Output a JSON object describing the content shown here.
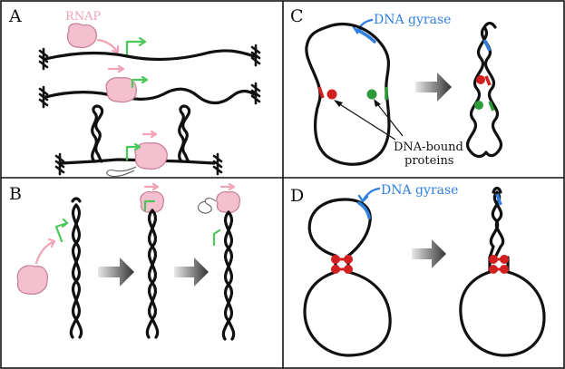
{
  "panels": {
    "a": {
      "label": "A",
      "rnap_label": "RNAP"
    },
    "b": {
      "label": "B"
    },
    "c": {
      "label": "C",
      "gyrase_label": "DNA gyrase",
      "proteins_line1": "DNA-bound",
      "proteins_line2": "proteins"
    },
    "d": {
      "label": "D",
      "gyrase_label": "DNA gyrase"
    }
  },
  "colors": {
    "rnap": "#f4c0cf",
    "gyrase": "#2f7fe0",
    "protein_red": "#d21f1f",
    "protein_green": "#2e9a3a",
    "promoter_green": "#4cc85a",
    "motion_pink": "#f2a3b6"
  }
}
